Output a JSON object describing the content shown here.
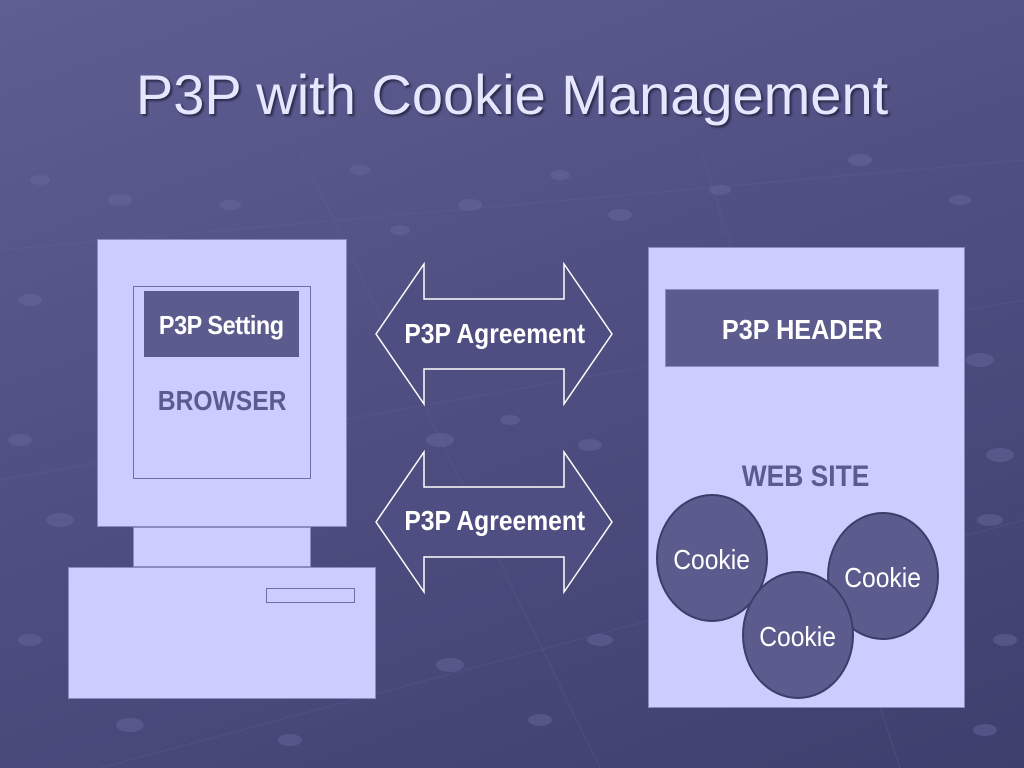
{
  "slide": {
    "title": "P3P with Cookie Management"
  },
  "browser": {
    "setting_label": "P3P Setting",
    "label": "BROWSER"
  },
  "arrows": [
    {
      "label": "P3P Agreement"
    },
    {
      "label": "P3P Agreement"
    }
  ],
  "website": {
    "header_label": "P3P HEADER",
    "label": "WEB SITE",
    "cookies": [
      {
        "label": "Cookie"
      },
      {
        "label": "Cookie"
      },
      {
        "label": "Cookie"
      }
    ]
  },
  "colors": {
    "background": "#55558a",
    "panel_fill": "#ccccff",
    "dark_fill": "#5b5b8e",
    "title_text": "#e6e6ff"
  }
}
